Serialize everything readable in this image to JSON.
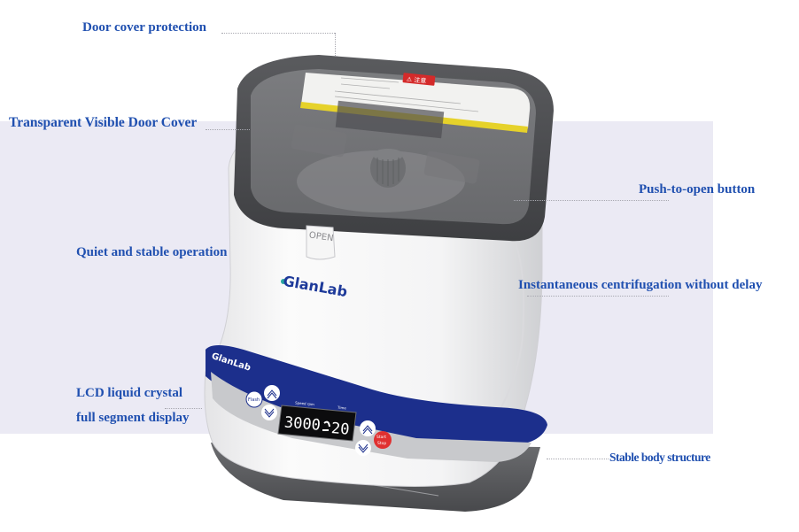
{
  "labels": {
    "door_cover_protection": "Door cover protection",
    "transparent_door_cover": "Transparent Visible Door Cover",
    "push_to_open": "Push-to-open button",
    "quiet_stable": "Quiet and stable operation",
    "instantaneous": "Instantaneous centrifugation without delay",
    "lcd_line1": "LCD liquid crystal",
    "lcd_line2": "full segment display",
    "stable_body": "Stable body structure"
  },
  "device": {
    "brand": "GlanLab",
    "open_button": "OPEN",
    "warning_tag": "⚠ 注意",
    "lcd": {
      "speed_label": "Speed rpm",
      "time_label": "Time",
      "speed_value": "3000",
      "time_value": "20"
    },
    "buttons": {
      "flash": "Flash",
      "start_stop_line1": "Start",
      "start_stop_line2": "Stop"
    }
  },
  "colors": {
    "label_text": "#2050b0",
    "band": "#ebeaf4",
    "panel_blue": "#1c2f8c",
    "start_red": "#e03030"
  }
}
